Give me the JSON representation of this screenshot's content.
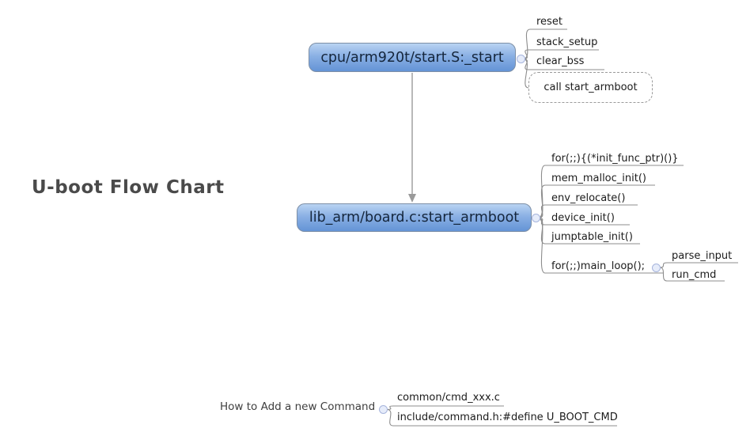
{
  "diagram_title": "U-boot Flow Chart",
  "map": {
    "node_start": {
      "label": "cpu/arm920t/start.S:_start",
      "children": {
        "reset": "reset",
        "stack_setup": "stack_setup",
        "clear_bss": "clear_bss",
        "call_start_armboot": "call start_armboot"
      }
    },
    "node_start_armboot": {
      "label": "lib_arm/board.c:start_armboot",
      "children": {
        "init_loop": "for(;;){(*init_func_ptr)()}",
        "mem_malloc_init": "mem_malloc_init()",
        "env_relocate": "env_relocate()",
        "device_init": "device_init()",
        "jumptable_init": "jumptable_init()",
        "main_loop": "for(;;)main_loop();"
      },
      "main_loop_children": {
        "parse_input": "parse_input",
        "run_cmd": "run_cmd"
      }
    },
    "node_howto": {
      "label": "How to Add a new Command",
      "children": {
        "cmd_file": "common/cmd_xxx.c",
        "command_header": "include/command.h:#define U_BOOT_CMD"
      }
    }
  },
  "colors": {
    "node_gradient_top": "#b9d3f2",
    "node_gradient_bottom": "#6494d6",
    "node_border": "#7d8fa6",
    "node_text": "#15263c",
    "edge": "#8c8c8c",
    "arrow": "#9a9a9a",
    "handle_fill": "#e6ecfa",
    "handle_border": "#a6b4dc",
    "dashed_border": "#9a9a9a",
    "title_text": "#4a4a4a",
    "child_text": "#1b1b1b",
    "howto_text": "#3f3f3f"
  }
}
